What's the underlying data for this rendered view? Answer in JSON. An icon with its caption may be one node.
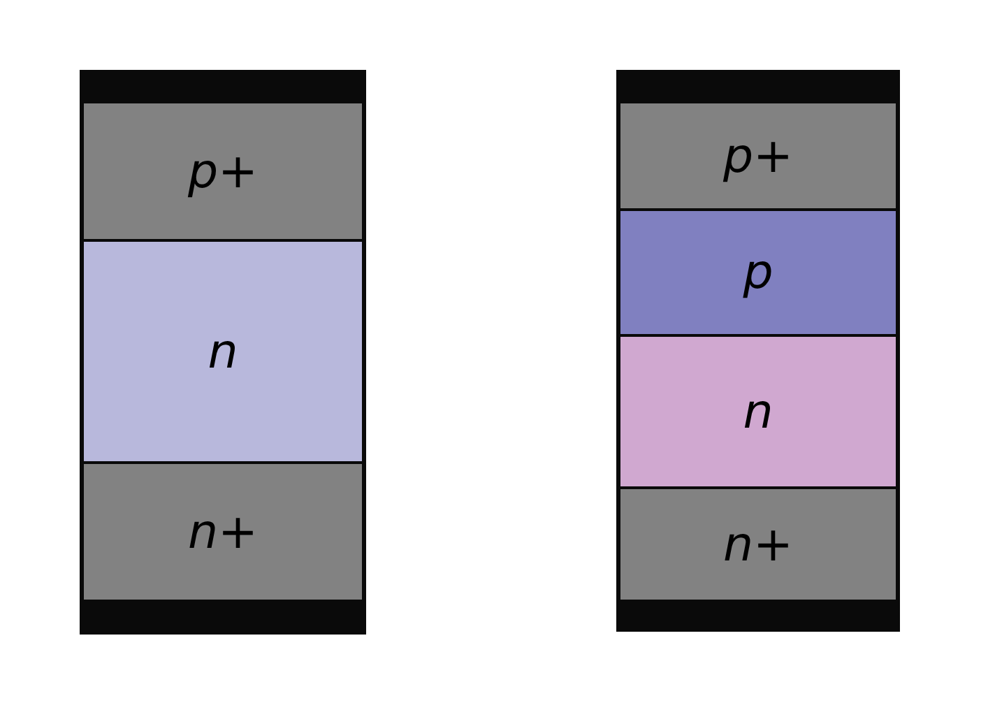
{
  "diagram": {
    "nodes": [
      {
        "text": [],
        "shape": "box"
      },
      {
        "text": [
          "p+"
        ],
        "in": 0
      },
      {
        "text": [
          "n"
        ],
        "in": 0
      },
      {
        "text": [
          "n+"
        ],
        "in": 0
      },
      {
        "text": [],
        "shape": "box"
      },
      {
        "text": [
          "p+"
        ],
        "in": 4
      },
      {
        "text": [
          "p"
        ],
        "in": 4
      },
      {
        "text": [
          "n"
        ],
        "in": 4
      },
      {
        "text": [
          "n+"
        ],
        "in": 4
      }
    ]
  }
}
